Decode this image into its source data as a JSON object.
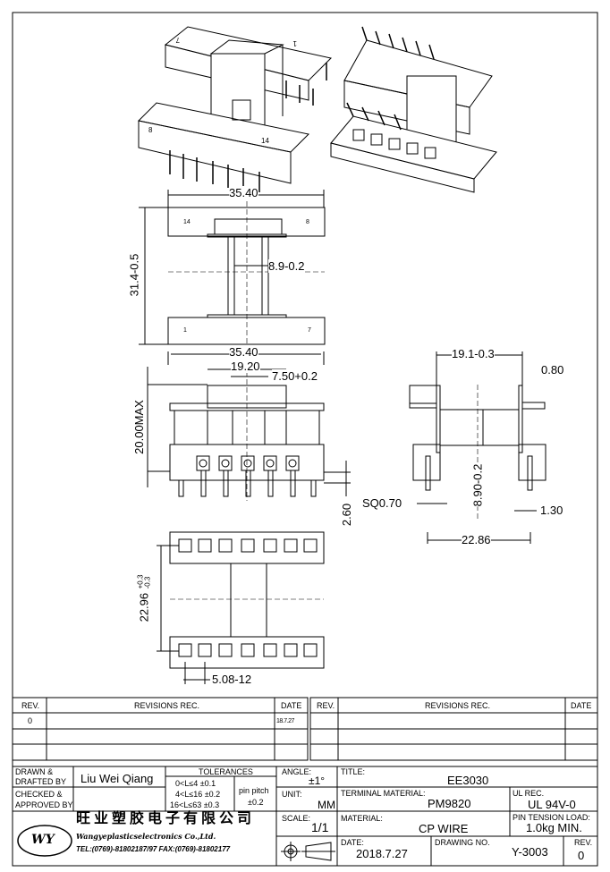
{
  "drawing": {
    "pin_labels_3d": [
      "7",
      "1",
      "8",
      "14"
    ],
    "top_view": {
      "pin_left_top": "14",
      "pin_right_top": "8",
      "pin_left_bottom": "1",
      "pin_right_bottom": "7",
      "dim_width": "35.40",
      "dim_height": "31.4-0.5",
      "dim_core": "8.9-0.2"
    },
    "front_view": {
      "dim_width": "35.40",
      "dim_inner": "19.20",
      "dim_center": "7.50+0.2",
      "dim_height": "20.00MAX",
      "dim_pin": "2.60"
    },
    "side_view": {
      "dim_top": "19.1-0.3",
      "dim_wall": "0.80",
      "dim_core": "8.90-0.2",
      "dim_pin_sq": "SQ0.70",
      "dim_pin_offset": "1.30",
      "dim_row_spacing": "22.86"
    },
    "bottom_view": {
      "dim_height_main": "22.96",
      "dim_height_tol_plus": "+0.3",
      "dim_height_tol_minus": "-0.3",
      "dim_pitch": "5.08-12"
    }
  },
  "revisions": {
    "headers": {
      "rev": "REV.",
      "rec": "REVISIONS  REC.",
      "date": "DATE"
    },
    "rows": [
      {
        "rev": "0",
        "rec": "",
        "date": "18.7.27"
      }
    ]
  },
  "title_block": {
    "drawn_l1": "DRAWN &",
    "drawn_l2": "DRAFTED BY",
    "drawn_by": "Liu Wei Qiang",
    "checked_l1": "CHECKED &",
    "checked_l2": "APPROVED BY",
    "tolerances_label": "TOLERANCES",
    "tol1": "0<L≤4   ±0.1",
    "tol2": "4<L≤16  ±0.2",
    "tol3": "16<L≤63  ±0.3",
    "pin_pitch_label": "pin pitch",
    "pin_pitch_value": "±0.2",
    "angle_label": "ANGLE:",
    "angle_value": "±1°",
    "unit_label": "UNIT:",
    "unit_value": "MM",
    "scale_label": "SCALE:",
    "scale_value": "1/1",
    "title_label": "TITLE:",
    "title_value": "EE3030",
    "terminal_label": "TERMINAL MATERIAL:",
    "terminal_value": "PM9820",
    "ul_label": "UL REC.",
    "ul_value": "UL 94V-0",
    "material_label": "MATERIAL:",
    "material_value": "CP WIRE",
    "pin_tension_label": "PIN TENSION LOAD:",
    "pin_tension_value": "1.0kg MIN.",
    "date_label": "DATE:",
    "date_value": "2018.7.27",
    "drawing_no_label": "DRAWING NO.",
    "drawing_no_value": "Y-3003",
    "rev_label": "REV.",
    "rev_value": "0",
    "company_cn": "旺业塑胶电子有限公司",
    "company_en": "Wangyeplasticselectronics Co.,Ltd.",
    "company_logo": "WY",
    "contact": "TEL:(0769)-81802187/97  FAX:(0769)-81802177"
  }
}
